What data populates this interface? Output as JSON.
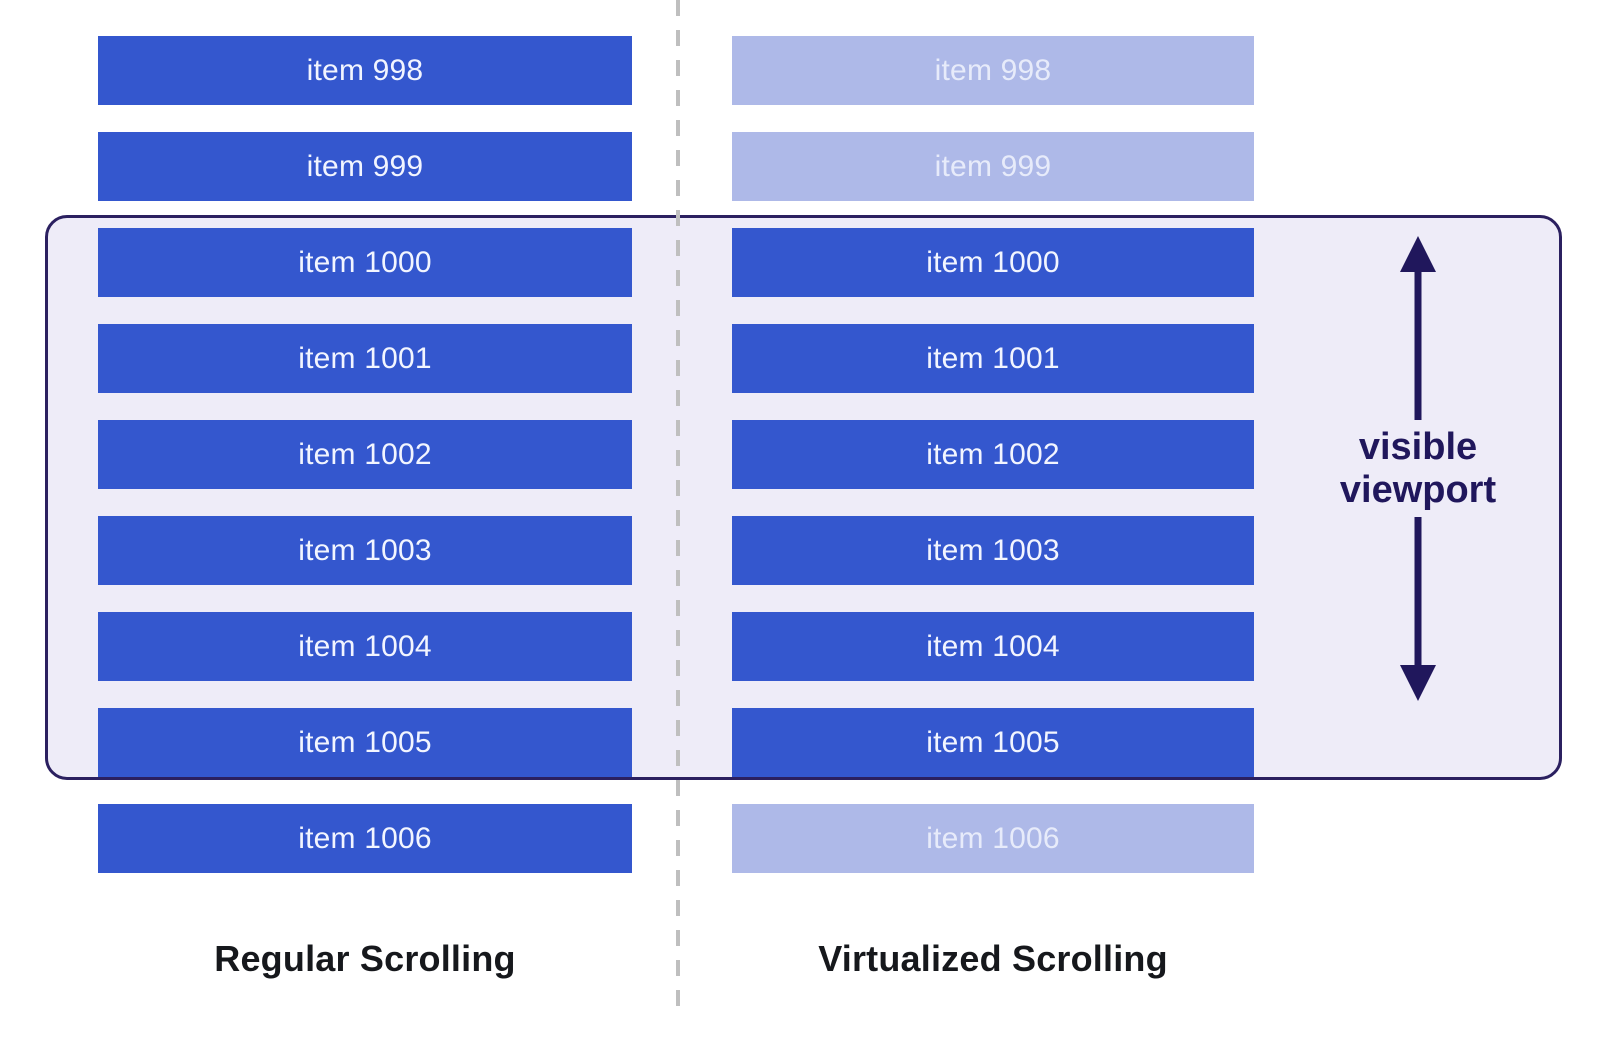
{
  "diagram": {
    "title_left": "Regular Scrolling",
    "title_right": "Virtualized Scrolling",
    "viewport_label": "visible\nviewport",
    "colors": {
      "bar_active": "#3457ce",
      "bar_faded": "#aeb9e8",
      "bar_text": "#f2f5ff",
      "bar_text_faded": "#e7ebfa",
      "viewport_fill": "#eeecf8",
      "viewport_border": "#2b2060",
      "divider": "#bfbfbf",
      "caption_text": "#16181c",
      "arrow": "#20175c"
    },
    "left_column": {
      "name": "regular-scrolling-list",
      "items": [
        {
          "label": "item 998",
          "state": "rendered",
          "in_viewport": false
        },
        {
          "label": "item 999",
          "state": "rendered",
          "in_viewport": false
        },
        {
          "label": "item 1000",
          "state": "rendered",
          "in_viewport": true
        },
        {
          "label": "item 1001",
          "state": "rendered",
          "in_viewport": true
        },
        {
          "label": "item 1002",
          "state": "rendered",
          "in_viewport": true
        },
        {
          "label": "item 1003",
          "state": "rendered",
          "in_viewport": true
        },
        {
          "label": "item 1004",
          "state": "rendered",
          "in_viewport": true
        },
        {
          "label": "item 1005",
          "state": "rendered",
          "in_viewport": true
        },
        {
          "label": "item 1006",
          "state": "rendered",
          "in_viewport": false
        }
      ]
    },
    "right_column": {
      "name": "virtualized-scrolling-list",
      "items": [
        {
          "label": "item 998",
          "state": "not-rendered",
          "in_viewport": false
        },
        {
          "label": "item 999",
          "state": "not-rendered",
          "in_viewport": false
        },
        {
          "label": "item 1000",
          "state": "rendered",
          "in_viewport": true
        },
        {
          "label": "item 1001",
          "state": "rendered",
          "in_viewport": true
        },
        {
          "label": "item 1002",
          "state": "rendered",
          "in_viewport": true
        },
        {
          "label": "item 1003",
          "state": "rendered",
          "in_viewport": true
        },
        {
          "label": "item 1004",
          "state": "rendered",
          "in_viewport": true
        },
        {
          "label": "item 1005",
          "state": "rendered",
          "in_viewport": true
        },
        {
          "label": "item 1006",
          "state": "not-rendered",
          "in_viewport": false
        }
      ]
    }
  }
}
